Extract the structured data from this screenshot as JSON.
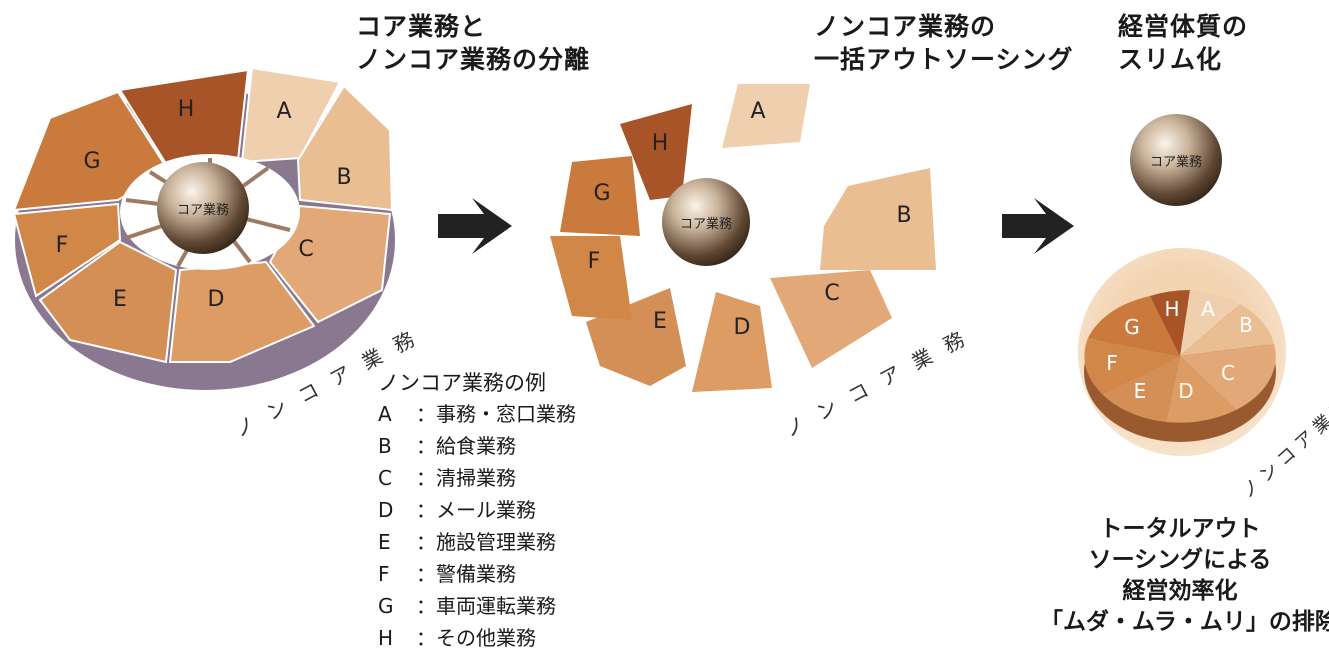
{
  "stage1": {
    "title_line1": "コア業務と",
    "title_line2": "ノンコア業務の分離",
    "core_label": "コア業務",
    "noncore_label": "ノンコア業務"
  },
  "stage2": {
    "title_line1": "ノンコア業務の",
    "title_line2": "一括アウトソーシング",
    "core_label": "コア業務",
    "noncore_label": "ノンコア業務"
  },
  "stage3": {
    "title_line1": "経営体質の",
    "title_line2": "スリム化",
    "core_label": "コア業務",
    "noncore_label": "ノンコア業務"
  },
  "segment_letters": [
    "A",
    "B",
    "C",
    "D",
    "E",
    "F",
    "G",
    "H"
  ],
  "legend": {
    "title": "ノンコア業務の例",
    "items": [
      {
        "key": "A",
        "text": "事務・窓口業務"
      },
      {
        "key": "B",
        "text": "給食業務"
      },
      {
        "key": "C",
        "text": "清掃業務"
      },
      {
        "key": "D",
        "text": "メール業務"
      },
      {
        "key": "E",
        "text": "施設管理業務"
      },
      {
        "key": "F",
        "text": "警備業務"
      },
      {
        "key": "G",
        "text": "車両運転業務"
      },
      {
        "key": "H",
        "text": "その他業務"
      }
    ],
    "separator": "："
  },
  "summary": {
    "line1": "トータルアウト",
    "line2": "ソーシングによる",
    "line3": "経営効率化",
    "line4": "「ムダ・ムラ・ムリ」の排除"
  },
  "colors": {
    "A": "#f0cfae",
    "B": "#e9be92",
    "C": "#e2a877",
    "D": "#dc9c64",
    "E": "#d48f56",
    "F": "#d08748",
    "G": "#c97a3c",
    "H": "#a65428",
    "arrow": "#222222"
  }
}
